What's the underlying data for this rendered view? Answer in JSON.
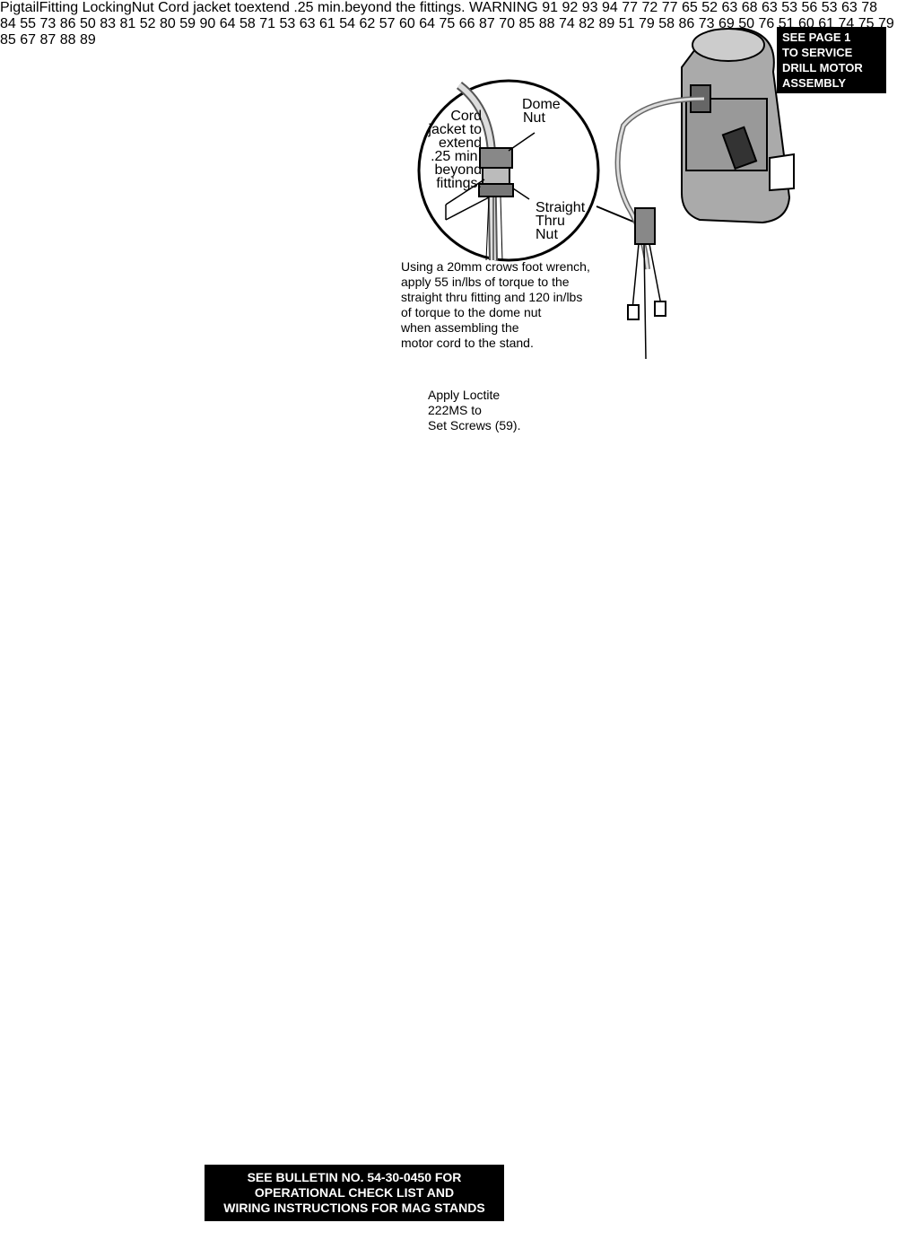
{
  "notes": {
    "see_page_1": [
      "SEE PAGE 1",
      "TO SERVICE",
      "DRILL MOTOR",
      "ASSEMBLY"
    ],
    "bulletin": [
      "SEE BULLETIN NO. 54-30-0450 FOR",
      "OPERATIONAL CHECK LIST AND",
      "WIRING INSTRUCTIONS FOR MAG STANDS"
    ],
    "torque": [
      "Using a 20mm crows foot wrench,",
      "apply 55 in/lbs of torque to the",
      "straight thru fitting and 120 in/lbs",
      "of torque to the dome nut",
      "when assembling the",
      "motor cord to the stand."
    ],
    "loctite": [
      "Apply Loctite",
      "222MS to",
      "Set Screws (59)."
    ]
  },
  "detail_top": {
    "cord_jacket": [
      "Cord",
      "jacket to",
      "extend",
      ".25 min.",
      "beyond",
      "fittings."
    ],
    "dome_nut": [
      "Dome",
      "Nut"
    ],
    "straight_thru_nut": [
      "Straight",
      "Thru",
      "Nut"
    ]
  },
  "detail_left": {
    "pigtail": [
      "Pigtail",
      "Fitting"
    ],
    "locking_nut": [
      "Locking",
      "Nut"
    ],
    "cord_jacket": [
      "Cord jacket to",
      "extend .25 min.",
      "beyond the fittings."
    ]
  },
  "callouts": {
    "c91": "91",
    "c92": "92",
    "c93": "93",
    "c94": "94",
    "c77a": "77",
    "c72": "72",
    "c77b": "77",
    "c65": "65",
    "c52a": "52",
    "c63a": "63",
    "c68": "68",
    "c63b": "63",
    "c53a": "53",
    "c56": "56",
    "c53b": "53",
    "c63c": "63",
    "c78": "78",
    "c84": "84",
    "c55": "55",
    "c73a": "73",
    "c86a": "86",
    "c50": "50",
    "c83": "83",
    "c81": "81",
    "c52b": "52",
    "c80": "80",
    "c59": "59",
    "c90": "90",
    "c64a": "64",
    "c58a": "58",
    "c71": "71",
    "c53c": "53",
    "c63d": "63",
    "c61": "61",
    "c54": "54",
    "c62": "62",
    "c57": "57",
    "c60": "60",
    "c64b": "64",
    "c75": "75",
    "c66": "66",
    "c87": "87",
    "c70": "70",
    "c85": "85",
    "c88": "88",
    "c74": "74",
    "c82": "82",
    "c89": "89",
    "c51": "51",
    "c79": "79",
    "c58b": "58",
    "c86b": "86",
    "c73b": "73"
  },
  "boxed_labels": {
    "k69": {
      "main": "69",
      "sub": [
        "50"
      ]
    },
    "k76": {
      "main": "76",
      "sub": [
        "51",
        "60",
        "61",
        "74",
        "75",
        "79",
        "85"
      ]
    },
    "k67": {
      "main": "67",
      "sub": [
        "87",
        "88",
        "89"
      ]
    }
  },
  "warning_label": "WARNING"
}
